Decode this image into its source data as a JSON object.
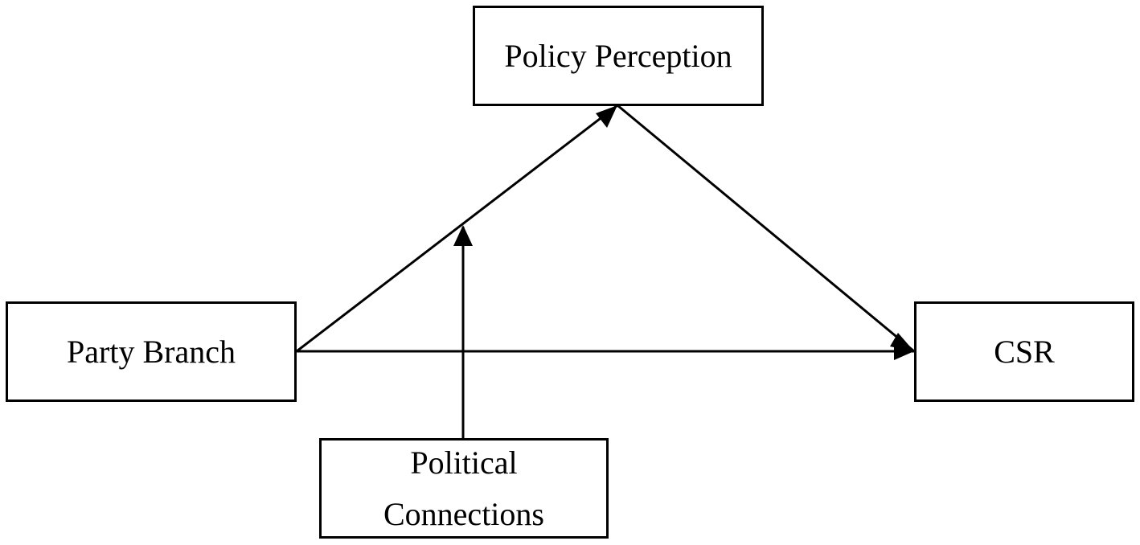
{
  "nodes": {
    "policy_perception": {
      "line1": "Policy Perception"
    },
    "party_branch": {
      "line1": "Party Branch"
    },
    "csr": {
      "line1": "CSR"
    },
    "political_connections": {
      "line1": "Political",
      "line2": "Connections"
    }
  },
  "edges": [
    {
      "from": "Party Branch",
      "to": "Policy Perception"
    },
    {
      "from": "Policy Perception",
      "to": "CSR"
    },
    {
      "from": "Party Branch",
      "to": "CSR"
    },
    {
      "from": "Political Connections",
      "to": "Party Branch → Policy Perception"
    }
  ],
  "colors": {
    "stroke": "#000000",
    "background": "#ffffff"
  }
}
